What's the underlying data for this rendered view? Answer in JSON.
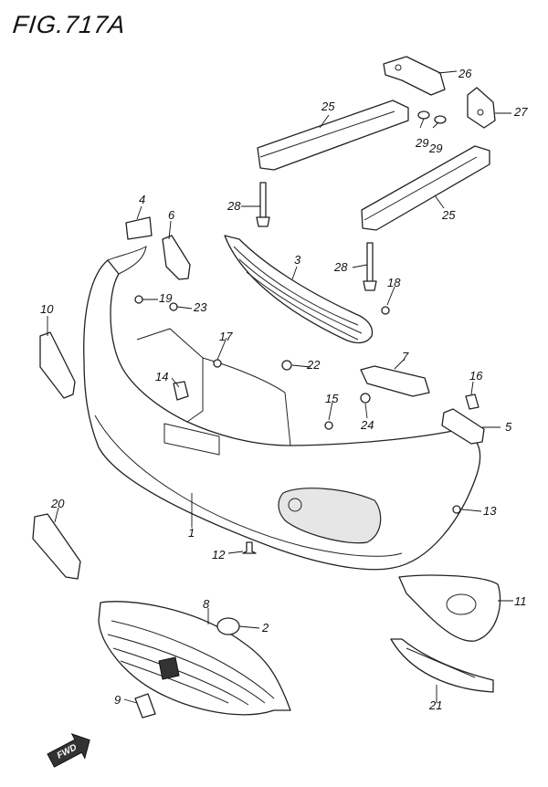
{
  "figure": {
    "title": "FIG.717A"
  },
  "callouts": [
    {
      "id": "c1",
      "text": "1"
    },
    {
      "id": "c2",
      "text": "2"
    },
    {
      "id": "c3",
      "text": "3"
    },
    {
      "id": "c4",
      "text": "4"
    },
    {
      "id": "c5",
      "text": "5"
    },
    {
      "id": "c6",
      "text": "6"
    },
    {
      "id": "c7",
      "text": "7"
    },
    {
      "id": "c8",
      "text": "8"
    },
    {
      "id": "c9",
      "text": "9"
    },
    {
      "id": "c10",
      "text": "10"
    },
    {
      "id": "c11",
      "text": "11"
    },
    {
      "id": "c12",
      "text": "12"
    },
    {
      "id": "c13",
      "text": "13"
    },
    {
      "id": "c14",
      "text": "14"
    },
    {
      "id": "c15",
      "text": "15"
    },
    {
      "id": "c16",
      "text": "16"
    },
    {
      "id": "c17",
      "text": "17"
    },
    {
      "id": "c18",
      "text": "18"
    },
    {
      "id": "c19",
      "text": "19"
    },
    {
      "id": "c20",
      "text": "20"
    },
    {
      "id": "c21",
      "text": "21"
    },
    {
      "id": "c22",
      "text": "22"
    },
    {
      "id": "c23",
      "text": "23"
    },
    {
      "id": "c24",
      "text": "24"
    },
    {
      "id": "c25a",
      "text": "25"
    },
    {
      "id": "c25b",
      "text": "25"
    },
    {
      "id": "c26",
      "text": "26"
    },
    {
      "id": "c27",
      "text": "27"
    },
    {
      "id": "c28a",
      "text": "28"
    },
    {
      "id": "c28b",
      "text": "28"
    },
    {
      "id": "c29a",
      "text": "29"
    },
    {
      "id": "c29b",
      "text": "29"
    }
  ],
  "direction_badge": {
    "label": "FWD"
  }
}
